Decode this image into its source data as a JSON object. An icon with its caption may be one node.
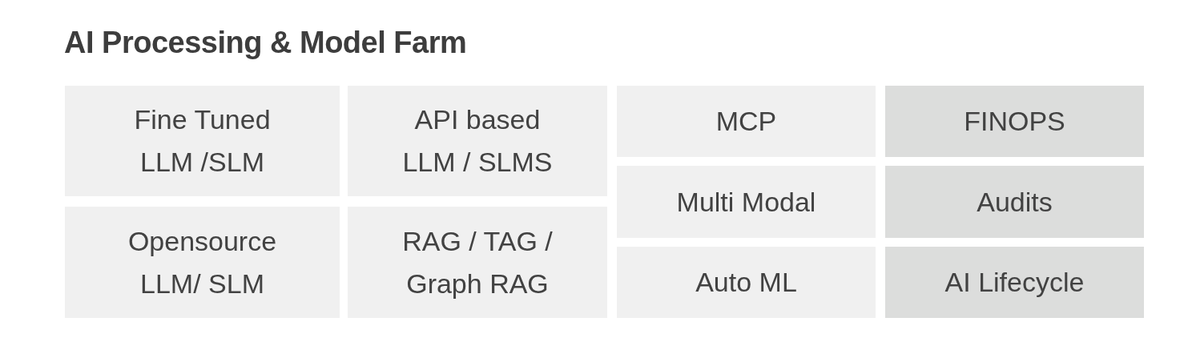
{
  "diagram": {
    "title": "AI Processing & Model Farm",
    "nodes": [
      {
        "text": [
          "Fine Tuned LLM /SLM"
        ]
      },
      {
        "text": [
          "API based LLM / SLMS"
        ]
      },
      {
        "text": [
          "MCP"
        ]
      },
      {
        "text": [
          "FINOPS"
        ]
      },
      {
        "text": [
          "Multi Modal"
        ]
      },
      {
        "text": [
          "Audits"
        ]
      },
      {
        "text": [
          "Opensource LLM/ SLM"
        ]
      },
      {
        "text": [
          "RAG / TAG / Graph RAG"
        ]
      },
      {
        "text": [
          "Auto ML"
        ]
      },
      {
        "text": [
          "AI Lifecycle"
        ]
      }
    ]
  }
}
